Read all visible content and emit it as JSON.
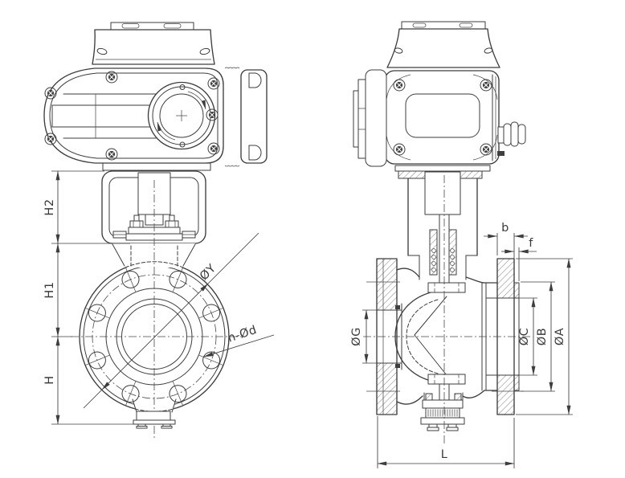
{
  "colors": {
    "line": "#3d3d3d",
    "text": "#3a3a3a",
    "background": "#ffffff"
  },
  "front_view": {
    "dims": {
      "h2": "H2",
      "h1": "H1",
      "h": "H",
      "flange_od": "ØY",
      "bolt_holes": "n-Ød"
    }
  },
  "side_view": {
    "dims": {
      "flange_thickness": "b",
      "raised_face_height": "f",
      "port_dia": "ØG",
      "raised_face_dia": "ØC",
      "bolt_circle_dia": "ØB",
      "flange_dia": "ØA",
      "face_to_face": "L"
    }
  }
}
